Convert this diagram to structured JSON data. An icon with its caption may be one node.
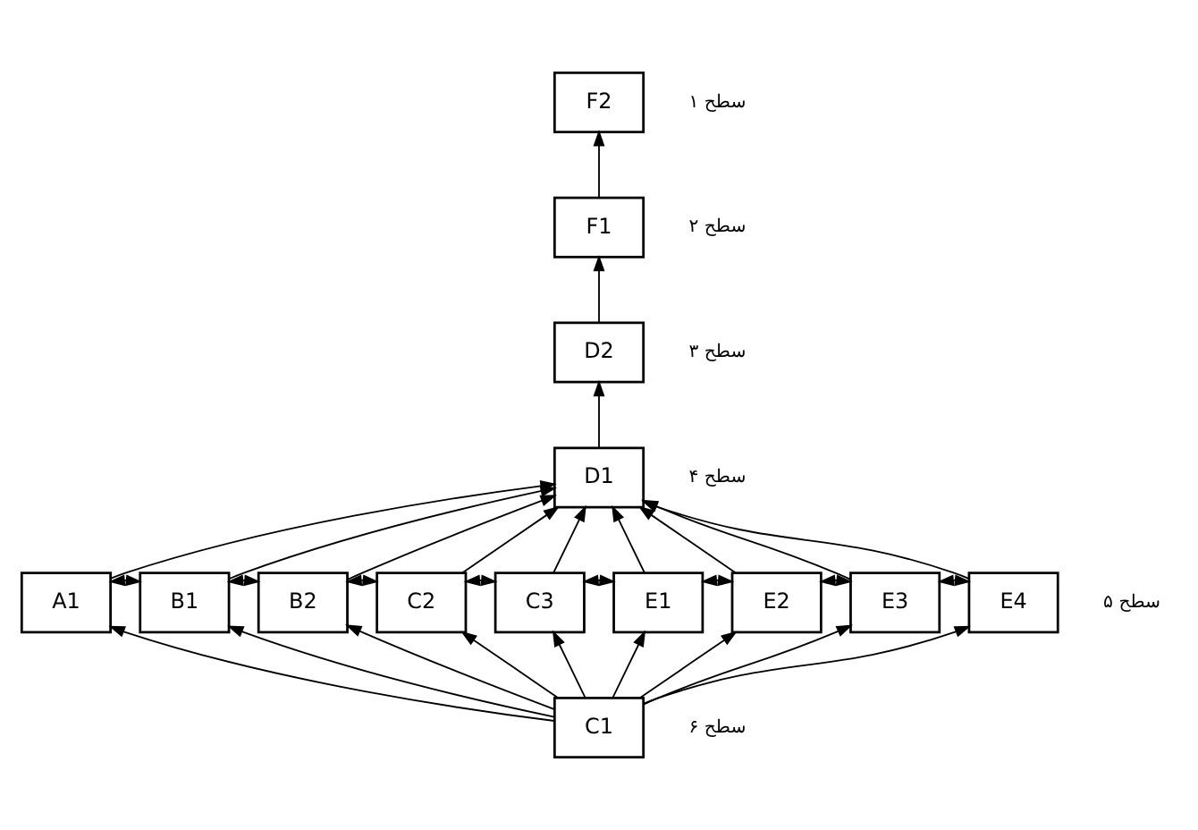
{
  "diagram": {
    "nodes": [
      {
        "text": [
          "F2"
        ]
      },
      {
        "text": [
          "F1"
        ]
      },
      {
        "text": [
          "D2"
        ]
      },
      {
        "text": [
          "D1"
        ]
      },
      {
        "text": [
          "A1"
        ]
      },
      {
        "text": [
          "B1"
        ]
      },
      {
        "text": [
          "B2"
        ]
      },
      {
        "text": [
          "C2"
        ]
      },
      {
        "text": [
          "C3"
        ]
      },
      {
        "text": [
          "E1"
        ]
      },
      {
        "text": [
          "E2"
        ]
      },
      {
        "text": [
          "E3"
        ]
      },
      {
        "text": [
          "E4"
        ]
      },
      {
        "text": [
          "C1"
        ]
      }
    ],
    "edges": [
      {
        "from": 1,
        "to": 0,
        "arrow": "to"
      },
      {
        "from": 2,
        "to": 1,
        "arrow": "to"
      },
      {
        "from": 3,
        "to": 2,
        "arrow": "to"
      },
      {
        "from": 4,
        "to": 3,
        "arrow": "to"
      },
      {
        "from": 5,
        "to": 3,
        "arrow": "to"
      },
      {
        "from": 6,
        "to": 3,
        "arrow": "to"
      },
      {
        "from": 7,
        "to": 3,
        "arrow": "to"
      },
      {
        "from": 8,
        "to": 3,
        "arrow": "to"
      },
      {
        "from": 9,
        "to": 3,
        "arrow": "to"
      },
      {
        "from": 10,
        "to": 3,
        "arrow": "to"
      },
      {
        "from": 11,
        "to": 3,
        "arrow": "to"
      },
      {
        "from": 12,
        "to": 3,
        "arrow": "to"
      },
      {
        "from": 4,
        "to": 5,
        "arrow": "both"
      },
      {
        "from": 5,
        "to": 6,
        "arrow": "both"
      },
      {
        "from": 6,
        "to": 7,
        "arrow": "both"
      },
      {
        "from": 7,
        "to": 8,
        "arrow": "both"
      },
      {
        "from": 8,
        "to": 9,
        "arrow": "both"
      },
      {
        "from": 9,
        "to": 10,
        "arrow": "both"
      },
      {
        "from": 10,
        "to": 11,
        "arrow": "both"
      },
      {
        "from": 11,
        "to": 12,
        "arrow": "both"
      },
      {
        "from": 13,
        "to": 4,
        "arrow": "to"
      },
      {
        "from": 13,
        "to": 5,
        "arrow": "to"
      },
      {
        "from": 13,
        "to": 6,
        "arrow": "to"
      },
      {
        "from": 13,
        "to": 7,
        "arrow": "to"
      },
      {
        "from": 13,
        "to": 8,
        "arrow": "to"
      },
      {
        "from": 13,
        "to": 9,
        "arrow": "to"
      },
      {
        "from": 13,
        "to": 10,
        "arrow": "to"
      },
      {
        "from": 13,
        "to": 11,
        "arrow": "to"
      },
      {
        "from": 13,
        "to": 12,
        "arrow": "to"
      }
    ],
    "labels": [
      "سطح ۱",
      "سطح ۲",
      "سطح ۳",
      "سطح ۴",
      "سطح ۵",
      "سطح ۶"
    ]
  }
}
